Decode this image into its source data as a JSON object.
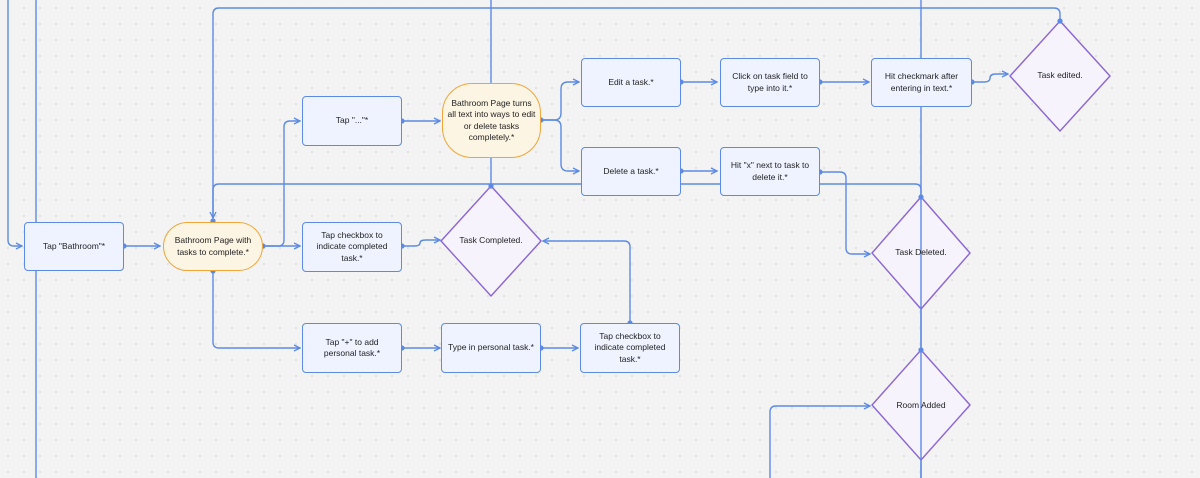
{
  "nodes": {
    "tap_bathroom": "Tap \"Bathroom\"*",
    "bathroom_page": "Bathroom Page with tasks to complete.*",
    "tap_dots": "Tap \"...\"*",
    "bathroom_edit": "Bathroom Page turns all text into ways to edit or delete tasks completely.*",
    "edit_task": "Edit a task.*",
    "click_field": "Click on task field to type into it.*",
    "hit_checkmark": "Hit checkmark after entering in text.*",
    "task_edited": "Task edited.",
    "delete_task": "Delete a task.*",
    "hit_x": "Hit \"x\" next to task to delete it.*",
    "task_deleted": "Task Deleted.",
    "tap_checkbox_1": "Tap checkbox to indicate completed task.*",
    "task_completed": "Task Completed.",
    "tap_plus": "Tap \"+\" to add personal task.*",
    "type_personal": "Type in personal task.*",
    "tap_checkbox_2": "Tap checkbox to indicate completed task.*",
    "room_added": "Room Added"
  },
  "colors": {
    "connector": "#5c8ae6",
    "rect_fill": "#eef3ff",
    "pill_border": "#f0a53a",
    "pill_fill": "#fdf5e4",
    "diamond_border": "#8a63d8",
    "diamond_fill": "#f6f3fd",
    "background": "#f3f3f3"
  }
}
